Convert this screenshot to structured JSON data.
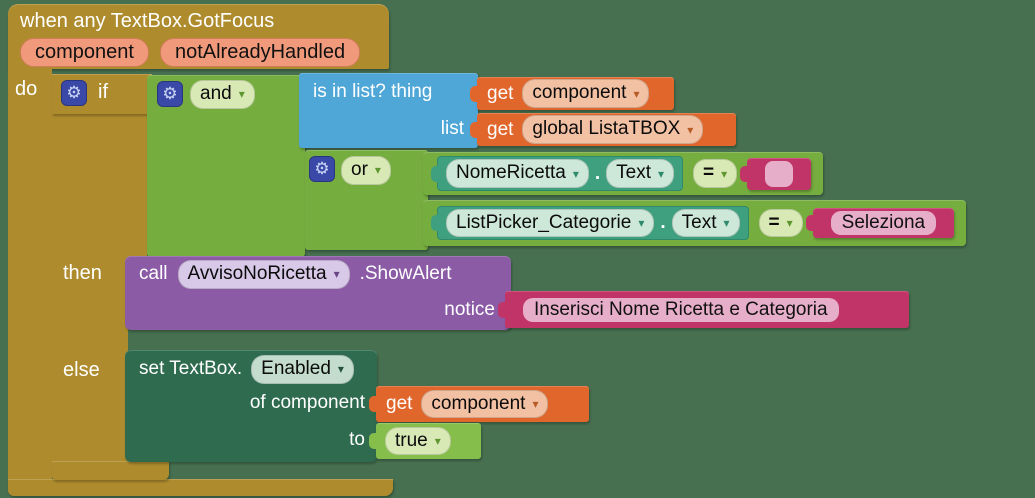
{
  "workspace": {
    "background_color": "#477050"
  },
  "colors": {
    "event_control_gold": "#AE8C2E",
    "logic_green": "#76AD3F",
    "list_blue": "#4FA7D8",
    "variable_orange": "#E0662C",
    "component_teal": "#3FA080",
    "text_magenta": "#C13467",
    "procedure_purple": "#8C5BA6",
    "setter_dark_green": "#2F6B4F",
    "true_block_green": "#85BE4A",
    "parameter_salmon": "#F09A7B"
  },
  "icons": {
    "gear": "⚙",
    "dropdown_arrow": "▾",
    "open_quote": "“",
    "close_quote": "”"
  },
  "when_block": {
    "title": "when any TextBox.GotFocus",
    "param1": "component",
    "param2": "notAlreadyHandled",
    "do_label": "do"
  },
  "if_block": {
    "if_label": "if",
    "then_label": "then",
    "else_label": "else"
  },
  "and_block": {
    "operator": "and"
  },
  "is_in_list_block": {
    "thing_label": "is in list? thing",
    "list_label": "list"
  },
  "get_blocks": {
    "get_label": "get",
    "thing_var": "component",
    "list_var": "global ListaTBOX",
    "component_var": "component"
  },
  "or_block": {
    "operator": "or"
  },
  "compare1": {
    "component": "NomeRicetta",
    "dot": ".",
    "property": "Text",
    "operator": "=",
    "text_value": ""
  },
  "compare2": {
    "component": "ListPicker_Categorie",
    "dot": ".",
    "property": "Text",
    "operator": "=",
    "text_value": "Seleziona"
  },
  "call_block": {
    "call_label": "call",
    "component": "AvvisoNoRicetta",
    "method": ".ShowAlert",
    "notice_label": "notice",
    "notice_text": "Inserisci Nome Ricetta e Categoria"
  },
  "set_block": {
    "set_label": "set TextBox.",
    "property": "Enabled",
    "of_label": "of component",
    "to_label": "to",
    "value": "true"
  }
}
